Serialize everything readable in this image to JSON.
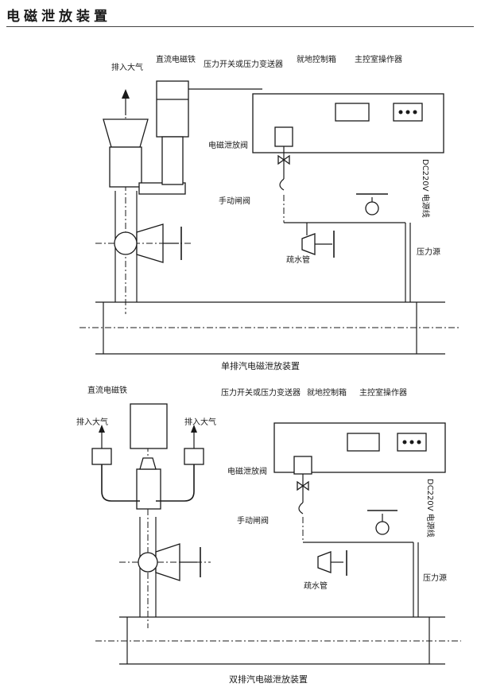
{
  "page_title": "电磁泄放装置",
  "diagram1": {
    "caption": "单排汽电磁泄放装置",
    "labels": {
      "exhaust": "排入大气",
      "dc_magnet": "直流电磁铁",
      "pressure_switch": "压力开关或压力变送器",
      "local_box": "就地控制箱",
      "main_panel": "主控室操作器",
      "solenoid_valve": "电磁泄放阀",
      "manual_valve": "手动闸阀",
      "power_line": "DC220V 电源线",
      "drain_pipe": "疏水管",
      "pressure_source": "压力源"
    }
  },
  "diagram2": {
    "caption": "双排汽电磁泄放装置",
    "labels": {
      "dc_magnet": "直流电磁铁",
      "exhaust_left": "排入大气",
      "exhaust_right": "排入大气",
      "pressure_switch": "压力开关或压力变送器",
      "local_box": "就地控制箱",
      "main_panel": "主控室操作器",
      "solenoid_valve": "电磁泄放阀",
      "manual_valve": "手动闸阀",
      "power_line": "DC220V 电源线",
      "drain_pipe": "疏水管",
      "pressure_source": "压力源"
    }
  }
}
